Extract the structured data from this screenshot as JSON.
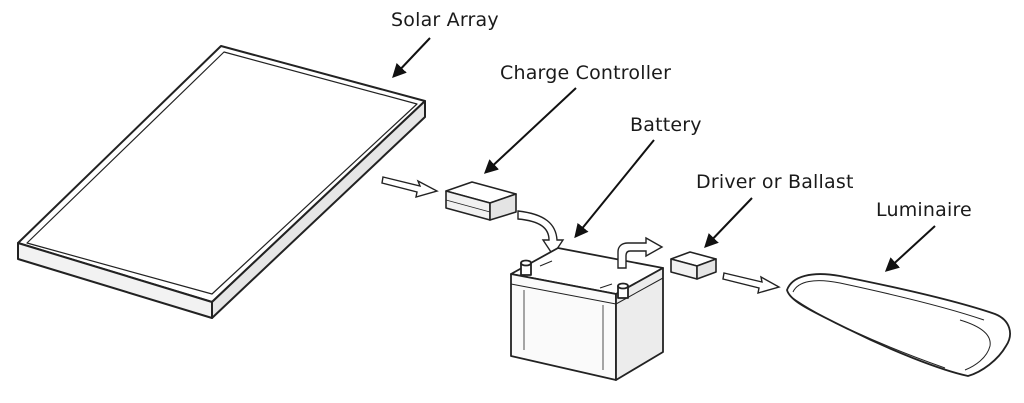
{
  "labels": {
    "solar_array": "Solar Array",
    "charge_controller": "Charge Controller",
    "battery": "Battery",
    "driver_or_ballast": "Driver or Ballast",
    "luminaire": "Luminaire"
  },
  "colors": {
    "line": "#222222",
    "fill": "#ffffff",
    "shade": "#e8e8e8"
  }
}
